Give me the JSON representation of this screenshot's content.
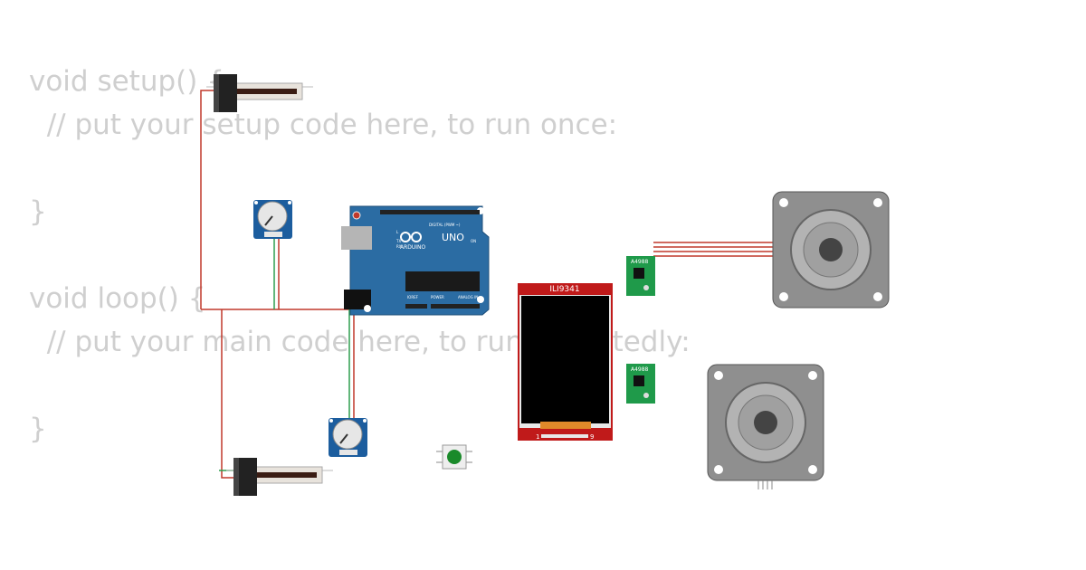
{
  "code": {
    "lines": [
      "void setup() {",
      "  // put your setup code here, to run once:",
      "",
      "}",
      "",
      "void loop() {",
      "  // put your main code here, to run repeatedly:",
      "",
      "}"
    ]
  },
  "arduino": {
    "model": "UNO",
    "brand": "ARDUINO",
    "digital_label": "DIGITAL (PWM ~)",
    "power_label": "POWER",
    "analog_label": "ANALOG IN",
    "on_label": "ON",
    "l_label": "L",
    "tx_label": "TX",
    "rx_label": "RX",
    "ioref_label": "IOREF"
  },
  "display": {
    "label": "ILI9341",
    "pin_first": "1",
    "pin_last": "9"
  },
  "drivers": [
    {
      "label": "A4988"
    },
    {
      "label": "A4988"
    }
  ],
  "colors": {
    "wire_red": "#c0392b",
    "wire_green": "#2e9e4f",
    "board_blue": "#2b6ca3",
    "driver_green": "#1f9a4a",
    "display_red": "#c01a1a"
  }
}
